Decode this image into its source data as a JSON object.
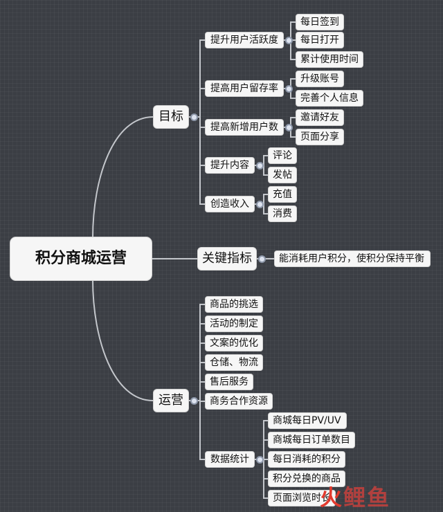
{
  "root": "积分商城运营",
  "branches": [
    {
      "id": "goal",
      "label": "目标",
      "children": [
        {
          "label": "提升用户活跃度",
          "children": [
            "每日签到",
            "每日打开",
            "累计使用时间"
          ]
        },
        {
          "label": "提高用户留存率",
          "children": [
            "升级账号",
            "完善个人信息"
          ]
        },
        {
          "label": "提高新增用户数",
          "children": [
            "邀请好友",
            "页面分享"
          ]
        },
        {
          "label": "提升内容",
          "children": [
            "评论",
            "发帖"
          ]
        },
        {
          "label": "创造收入",
          "children": [
            "充值",
            "消费"
          ]
        }
      ]
    },
    {
      "id": "kpi",
      "label": "关键指标",
      "children": [
        {
          "label": "能消耗用户积分，使积分保持平衡",
          "children": []
        }
      ]
    },
    {
      "id": "ops",
      "label": "运营",
      "children": [
        {
          "label": "商品的挑选",
          "children": []
        },
        {
          "label": "活动的制定",
          "children": []
        },
        {
          "label": "文案的优化",
          "children": []
        },
        {
          "label": "仓储、物流",
          "children": []
        },
        {
          "label": "售后服务",
          "children": []
        },
        {
          "label": "商务合作资源",
          "children": []
        },
        {
          "label": "数据统计",
          "children": [
            "商城每日PV/UV",
            "商城每日订单数目",
            "每日消耗的积分",
            "积分兑换的商品",
            "页面浏览时长"
          ]
        }
      ]
    }
  ],
  "watermark": {
    "part1": "火",
    "part2": "鲤鱼"
  }
}
